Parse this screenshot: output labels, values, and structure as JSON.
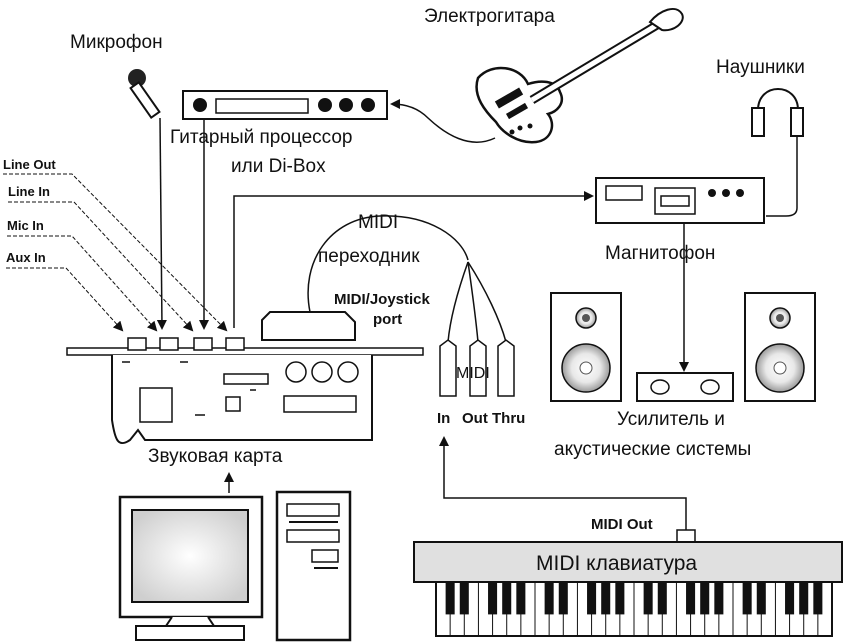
{
  "labels": {
    "microphone": "Микрофон",
    "guitar": "Электрогитара",
    "headphones": "Наушники",
    "processor_line1": "Гитарный процессор",
    "processor_line2": "или Di-Box",
    "recorder": "Магнитофон",
    "midi_adapter_line1": "MIDI",
    "midi_adapter_line2": "переходник",
    "joystick_line1": "MIDI/Joystick",
    "joystick_line2": "port",
    "midi": "MIDI",
    "midi_in": "In",
    "midi_out_thru": "Out Thru",
    "amp_line1": "Усилитель и",
    "amp_line2": "акустические системы",
    "soundcard": "Звуковая карта",
    "midi_out": "MIDI Out",
    "keyboard": "MIDI клавиатура"
  },
  "ports": [
    "Line Out",
    "Line In",
    "Mic In",
    "Aux In"
  ]
}
